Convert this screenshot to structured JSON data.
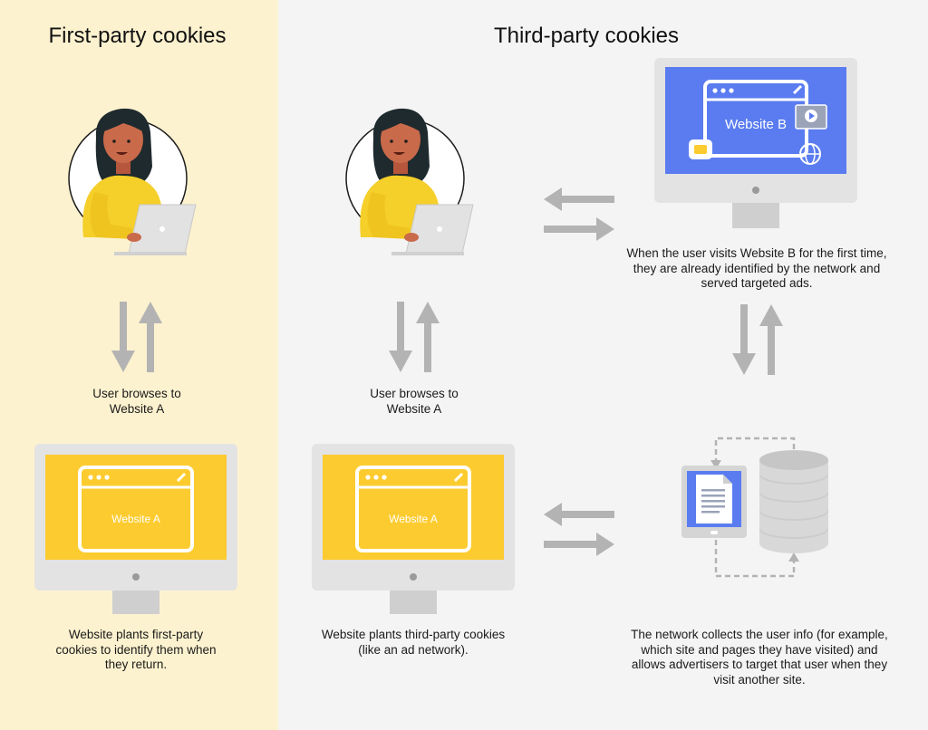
{
  "headings": {
    "first_party": "First-party cookies",
    "third_party": "Third-party cookies"
  },
  "screens": {
    "website_a": "Website A",
    "website_b": "Website B"
  },
  "captions": {
    "fp_browse": "User browses to Website A",
    "fp_plant": "Website plants first-party cookies to identify them when they return.",
    "tp_browse": "User browses to Website A",
    "tp_plant": "Website plants third-party cookies (like an ad network).",
    "tp_visit_b": "When the user visits Website B for the first time, they are already identified by the network and served targeted ads.",
    "tp_network": "The network collects the user info (for example, which site and pages they have visited) and allows advertisers to target that user when they visit another site."
  },
  "colors": {
    "left_panel_bg": "#fdf2cf",
    "right_panel_bg": "#f4f4f4",
    "screen_yellow": "#fccb2f",
    "screen_blue": "#5a7cf0",
    "arrow_gray": "#b3b3b3",
    "monitor_gray": "#e3e3e3"
  },
  "icons": {
    "user": "user-with-laptop-icon",
    "monitor": "monitor-icon",
    "browser": "browser-window-icon",
    "arrows": "bidirectional-arrows-icon",
    "database": "database-icon",
    "document": "document-tablet-icon"
  }
}
